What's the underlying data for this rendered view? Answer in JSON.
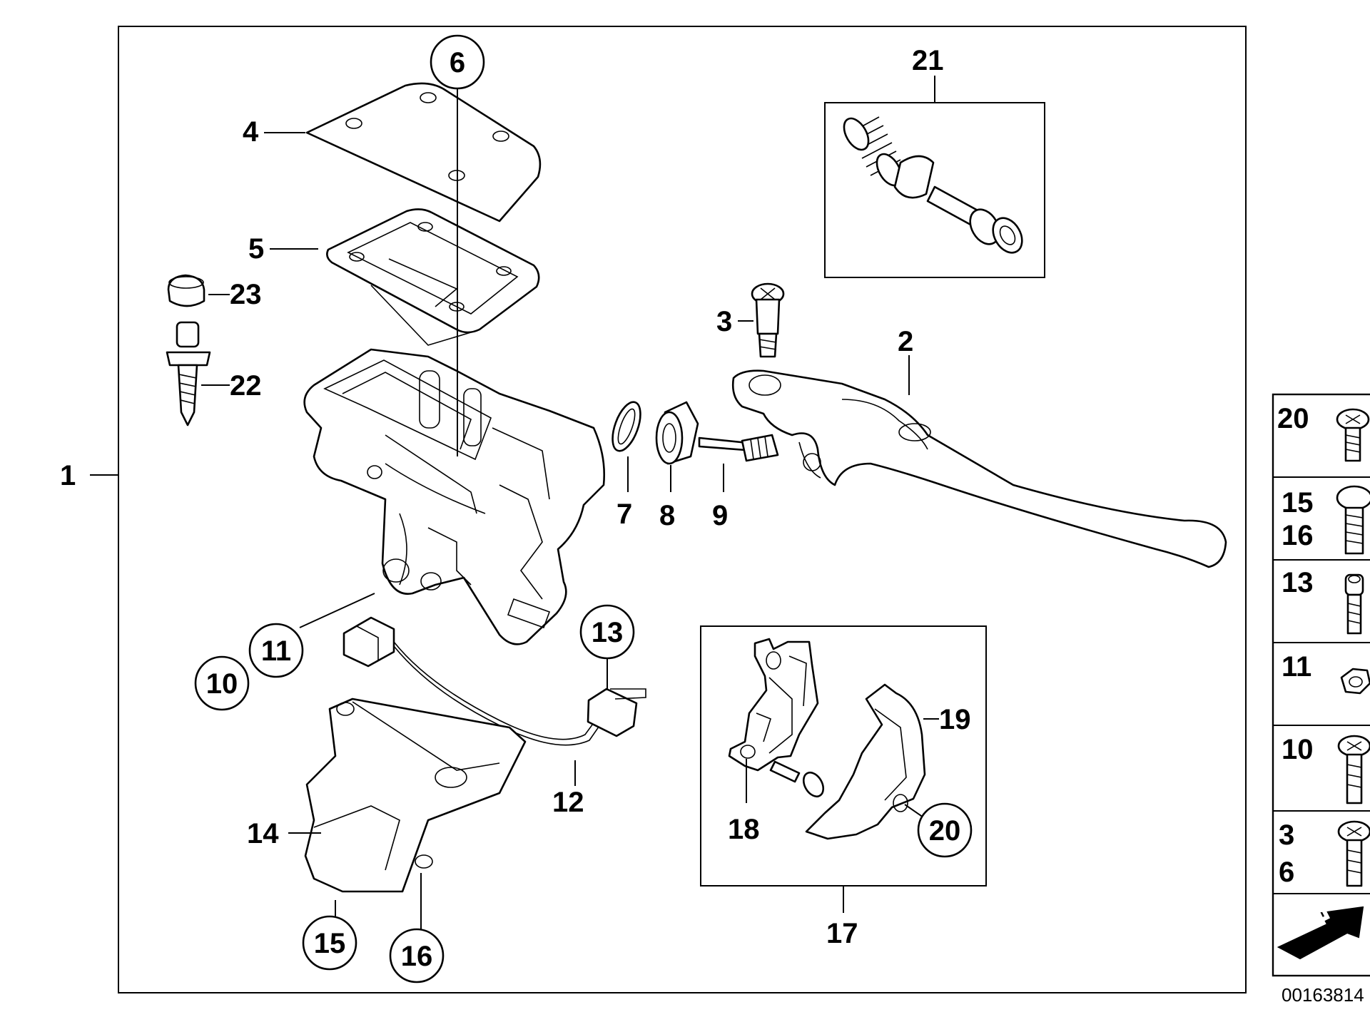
{
  "diagram": {
    "callouts": {
      "c1": "1",
      "c2": "2",
      "c3": "3",
      "c4": "4",
      "c5": "5",
      "c6": "6",
      "c7": "7",
      "c8": "8",
      "c9": "9",
      "c10": "10",
      "c11": "11",
      "c12": "12",
      "c13": "13",
      "c14": "14",
      "c15": "15",
      "c16": "16",
      "c17": "17",
      "c18": "18",
      "c19": "19",
      "c20": "20",
      "c21": "21",
      "c22": "22",
      "c23": "23"
    },
    "legend": [
      {
        "label": "20",
        "icon": "phillips-screw-icon"
      },
      {
        "label": "15\n16",
        "icon": "long-screw-icon"
      },
      {
        "label": "13",
        "icon": "socket-head-screw-icon"
      },
      {
        "label": "11",
        "icon": "hex-nut-icon"
      },
      {
        "label": "10",
        "icon": "phillips-bolt-icon"
      },
      {
        "label": "3\n6",
        "icon": "phillips-screw-icon"
      }
    ],
    "legend_arrow_icon": "direction-arrow-icon",
    "drawing_number": "00163814"
  }
}
